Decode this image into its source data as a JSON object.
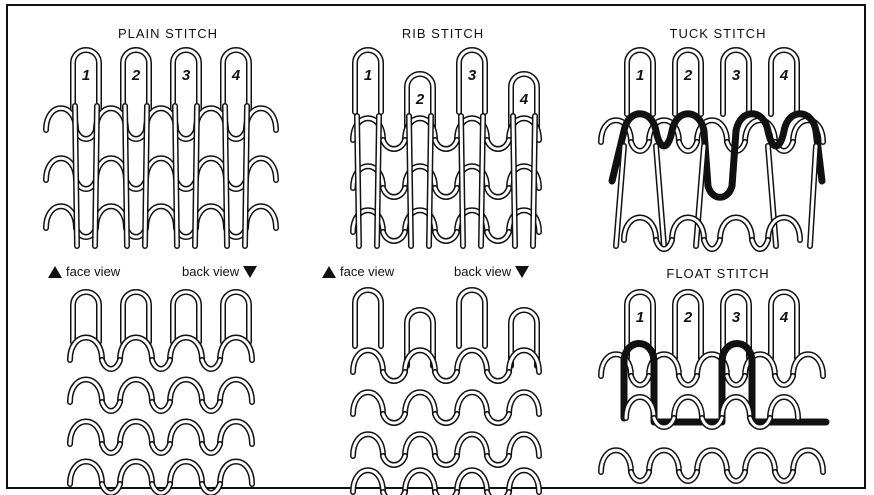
{
  "titles": {
    "plain": "PLAIN STITCH",
    "rib": "RIB STITCH",
    "tuck": "TUCK STITCH",
    "float": "FLOAT STITCH"
  },
  "view_labels": {
    "face": "face view",
    "back": "back view"
  },
  "needle_numbers": [
    "1",
    "2",
    "3",
    "4"
  ],
  "colors": {
    "ink": "#111111",
    "paper": "#ffffff"
  }
}
